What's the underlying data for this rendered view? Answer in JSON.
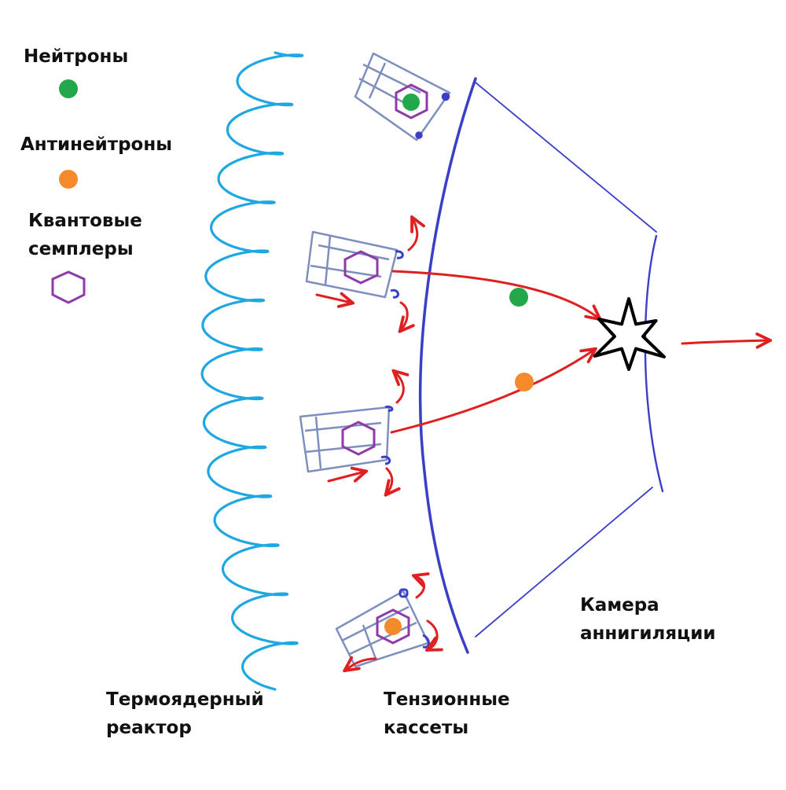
{
  "legend": {
    "neutrons": {
      "label": "Нейтроны",
      "color": "#22a84a"
    },
    "antineutrons": {
      "label": "Антинейтроны",
      "color": "#f58a2a"
    },
    "samplers": {
      "label_line1": "Квантовые",
      "label_line2": "семплеры",
      "color": "#8e3aa8"
    }
  },
  "labels": {
    "reactor_line1": "Термоядерный",
    "reactor_line2": "реактор",
    "cassettes_line1": "Тензионные",
    "cassettes_line2": "кассеты",
    "chamber_line1": "Камера",
    "chamber_line2": "аннигиляции"
  },
  "colors": {
    "reactor_coil": "#1ea7e0",
    "chamber_outline": "#3a3fc8",
    "cassette_frame": "#7e8fbf",
    "arrows": "#e02020",
    "explosion": "#000000"
  },
  "icons": {
    "reactor": "coil-spring",
    "cassette": "sampler-frame",
    "sampler": "hexagon",
    "annihilation": "star-burst"
  }
}
